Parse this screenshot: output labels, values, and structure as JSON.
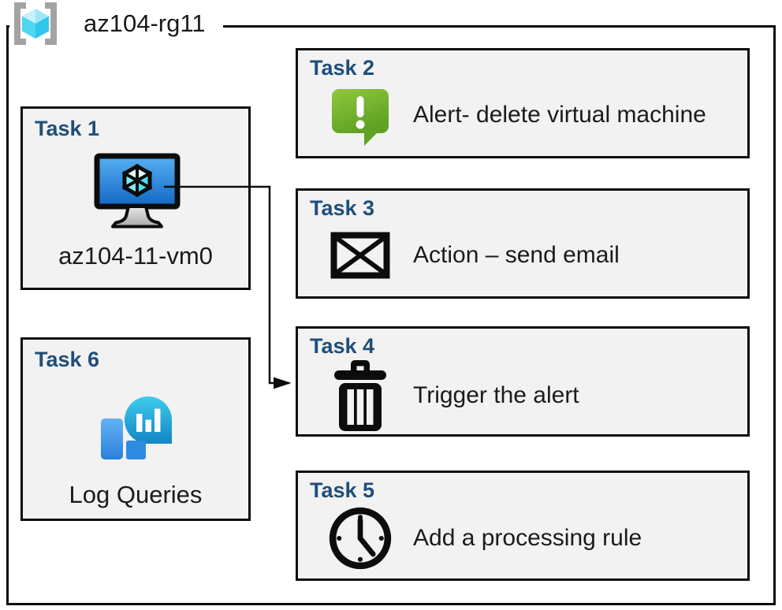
{
  "header": {
    "resource_group_name": "az104-rg11",
    "icon": "resource-group-icon"
  },
  "tasks": [
    {
      "label": "Task 1",
      "icon": "virtual-machine-icon",
      "text": "az104-11-vm0"
    },
    {
      "label": "Task 2",
      "icon": "alert-icon",
      "text": "Alert- delete virtual machine"
    },
    {
      "label": "Task 3",
      "icon": "email-icon",
      "text": "Action – send email"
    },
    {
      "label": "Task 4",
      "icon": "trash-icon",
      "text": "Trigger the alert"
    },
    {
      "label": "Task 5",
      "icon": "clock-icon",
      "text": "Add a processing rule"
    },
    {
      "label": "Task 6",
      "icon": "log-queries-icon",
      "text": "Log Queries"
    }
  ],
  "connector": {
    "from": "Task 1",
    "to": "Task 4",
    "style": "elbow-arrow"
  },
  "colors": {
    "task_label": "#1f4e79",
    "box_fill": "#f2f2f2",
    "box_border": "#0c0c0c",
    "alert_green_light": "#90c83d",
    "alert_green_dark": "#5fa124",
    "vm_screen_light": "#58b0f2",
    "vm_screen_dark": "#1266c4",
    "cube_cyan": "#7fe8f4",
    "log_teal_light": "#3fccec",
    "log_teal_dark": "#1385c5",
    "log_blue_light": "#62b4f4",
    "log_blue_dark": "#2c80da",
    "rg_bracket_gray": "#a3a3a3",
    "rg_cube_light": "#c6f1fb",
    "rg_cube_mid": "#4ed5f1",
    "rg_cube_dark": "#2fc6ec"
  }
}
